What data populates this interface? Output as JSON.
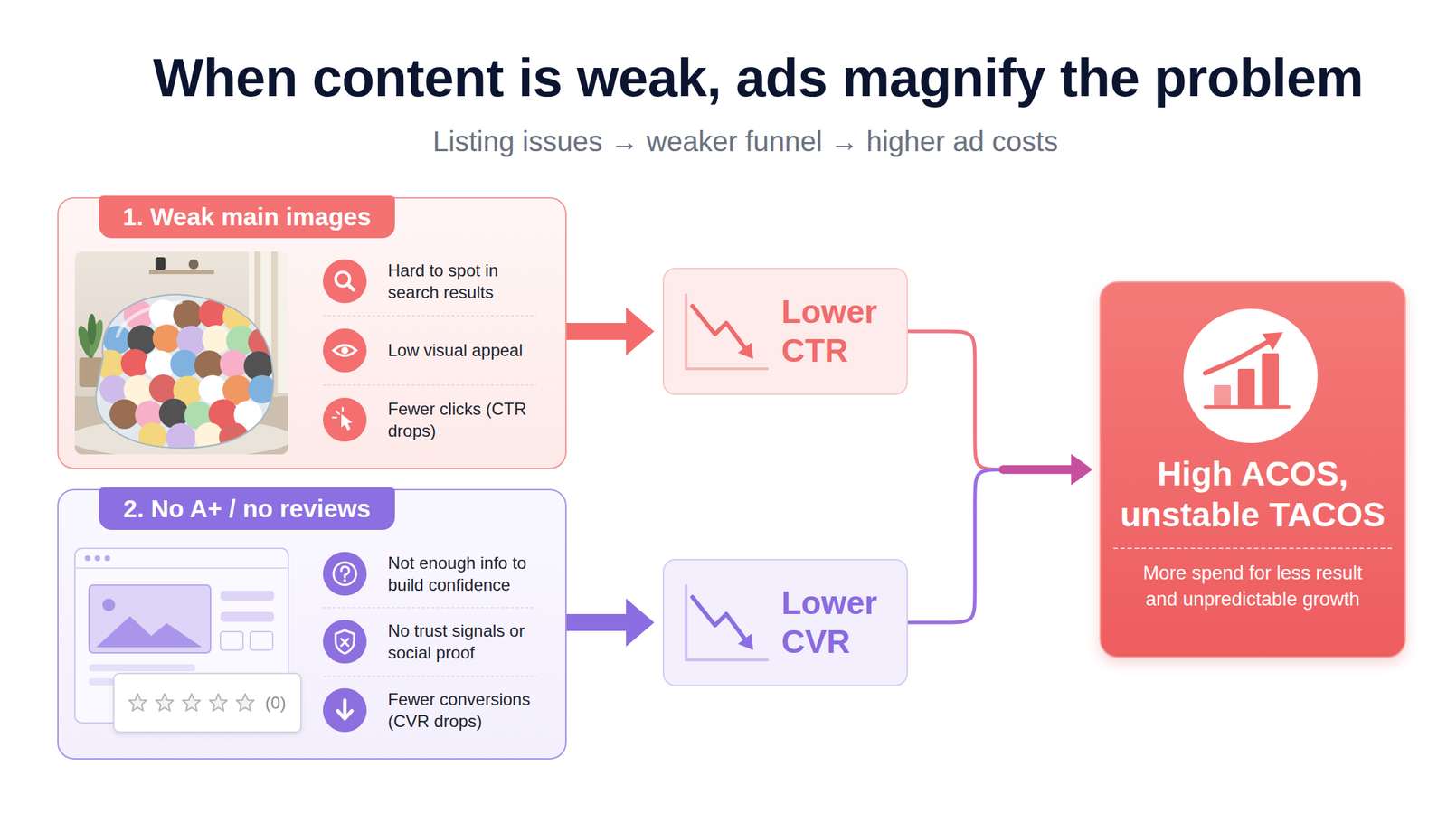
{
  "diagram": {
    "title": "When content is weak, ads magnify the problem",
    "caption": "Listing issues → weaker funnel → higher ad costs",
    "nodes": [
      {
        "text": [
          "1. Weak main images"
        ]
      },
      {
        "text": [
          "2. No A+ / no reviews"
        ]
      },
      {
        "text": [
          "Lower CTR"
        ]
      },
      {
        "text": [
          "Lower CVR"
        ]
      },
      {
        "text": [
          "High ACOS, unstable TACOS",
          "More spend for less result and unpredictable growth"
        ]
      }
    ],
    "edges": [
      {
        "from": 0,
        "to": 2,
        "arrow": "to"
      },
      {
        "from": 1,
        "to": 3,
        "arrow": "to"
      },
      {
        "from": 2,
        "to": 4,
        "arrow": "to"
      },
      {
        "from": 3,
        "to": 4,
        "arrow": "to"
      }
    ],
    "labels": [
      "Hard to spot in search results",
      "Low visual appeal",
      "Fewer clicks (CTR drops)",
      "Not enough info to build confidence",
      "No trust signals or social proof",
      "Fewer conversions (CVR drops)",
      "(0)"
    ]
  }
}
